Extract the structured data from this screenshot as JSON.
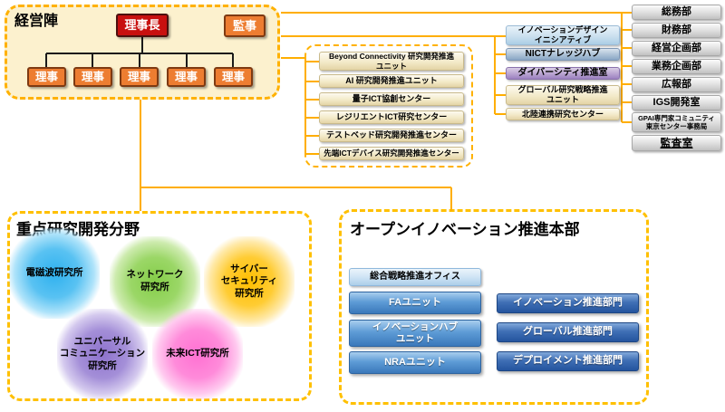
{
  "management": {
    "title": "経営陣",
    "president": "理事長",
    "auditor": "監事",
    "directors": [
      "理事",
      "理事",
      "理事",
      "理事",
      "理事"
    ]
  },
  "promotion_units": {
    "items": [
      "Beyond Connectivity 研究開発推進\nユニット",
      "AI 研究開発推進ユニット",
      "量子ICT協創センター",
      "レジリエントICT研究センター",
      "テストベッド研究開発推進センター",
      "先端ICTデバイス研究開発推進センター"
    ]
  },
  "strategy_offices": {
    "items": [
      "イノベーションデザイン\nイニシアティブ",
      "NICTナレッジハブ",
      "ダイバーシティ推進室",
      "グローバル研究戦略推進\nユニット",
      "北陸連携研究センター"
    ]
  },
  "admin_departments": {
    "items": [
      "総務部",
      "財務部",
      "経営企画部",
      "業務企画部",
      "広報部",
      "IGS開発室",
      "GPAI専門家コミュニティ\n東京センター事務局",
      "監査室"
    ]
  },
  "research_fields": {
    "title": "重点研究開発分野",
    "institutes": [
      {
        "label": "電磁波研究所",
        "color": "#00B0F0"
      },
      {
        "label": "ネットワーク\n研究所",
        "color": "#92D050"
      },
      {
        "label": "サイバー\nセキュリティ\n研究所",
        "color": "#FFC000"
      },
      {
        "label": "ユニバーサル\nコミュニケーション\n研究所",
        "color": "#8A6ECB"
      },
      {
        "label": "未来ICT研究所",
        "color": "#FF70D0"
      }
    ]
  },
  "open_innovation": {
    "title": "オープンイノベーション推進本部",
    "office": "総合戦略推進オフィス",
    "units": [
      "FAユニット",
      "イノベーションハブ\nユニット",
      "NRAユニット"
    ],
    "divisions": [
      "イノベーション推進部門",
      "グローバル推進部門",
      "デプロイメント推進部門"
    ]
  },
  "palette": {
    "connector_orange": "#FFAE00",
    "panel_fill": "#FCF1CE",
    "president_red": "#C8100F",
    "director_orange": "#ED7D31",
    "unit_blue": "#5E9CD6",
    "division_blue": "#3F6FB5"
  }
}
